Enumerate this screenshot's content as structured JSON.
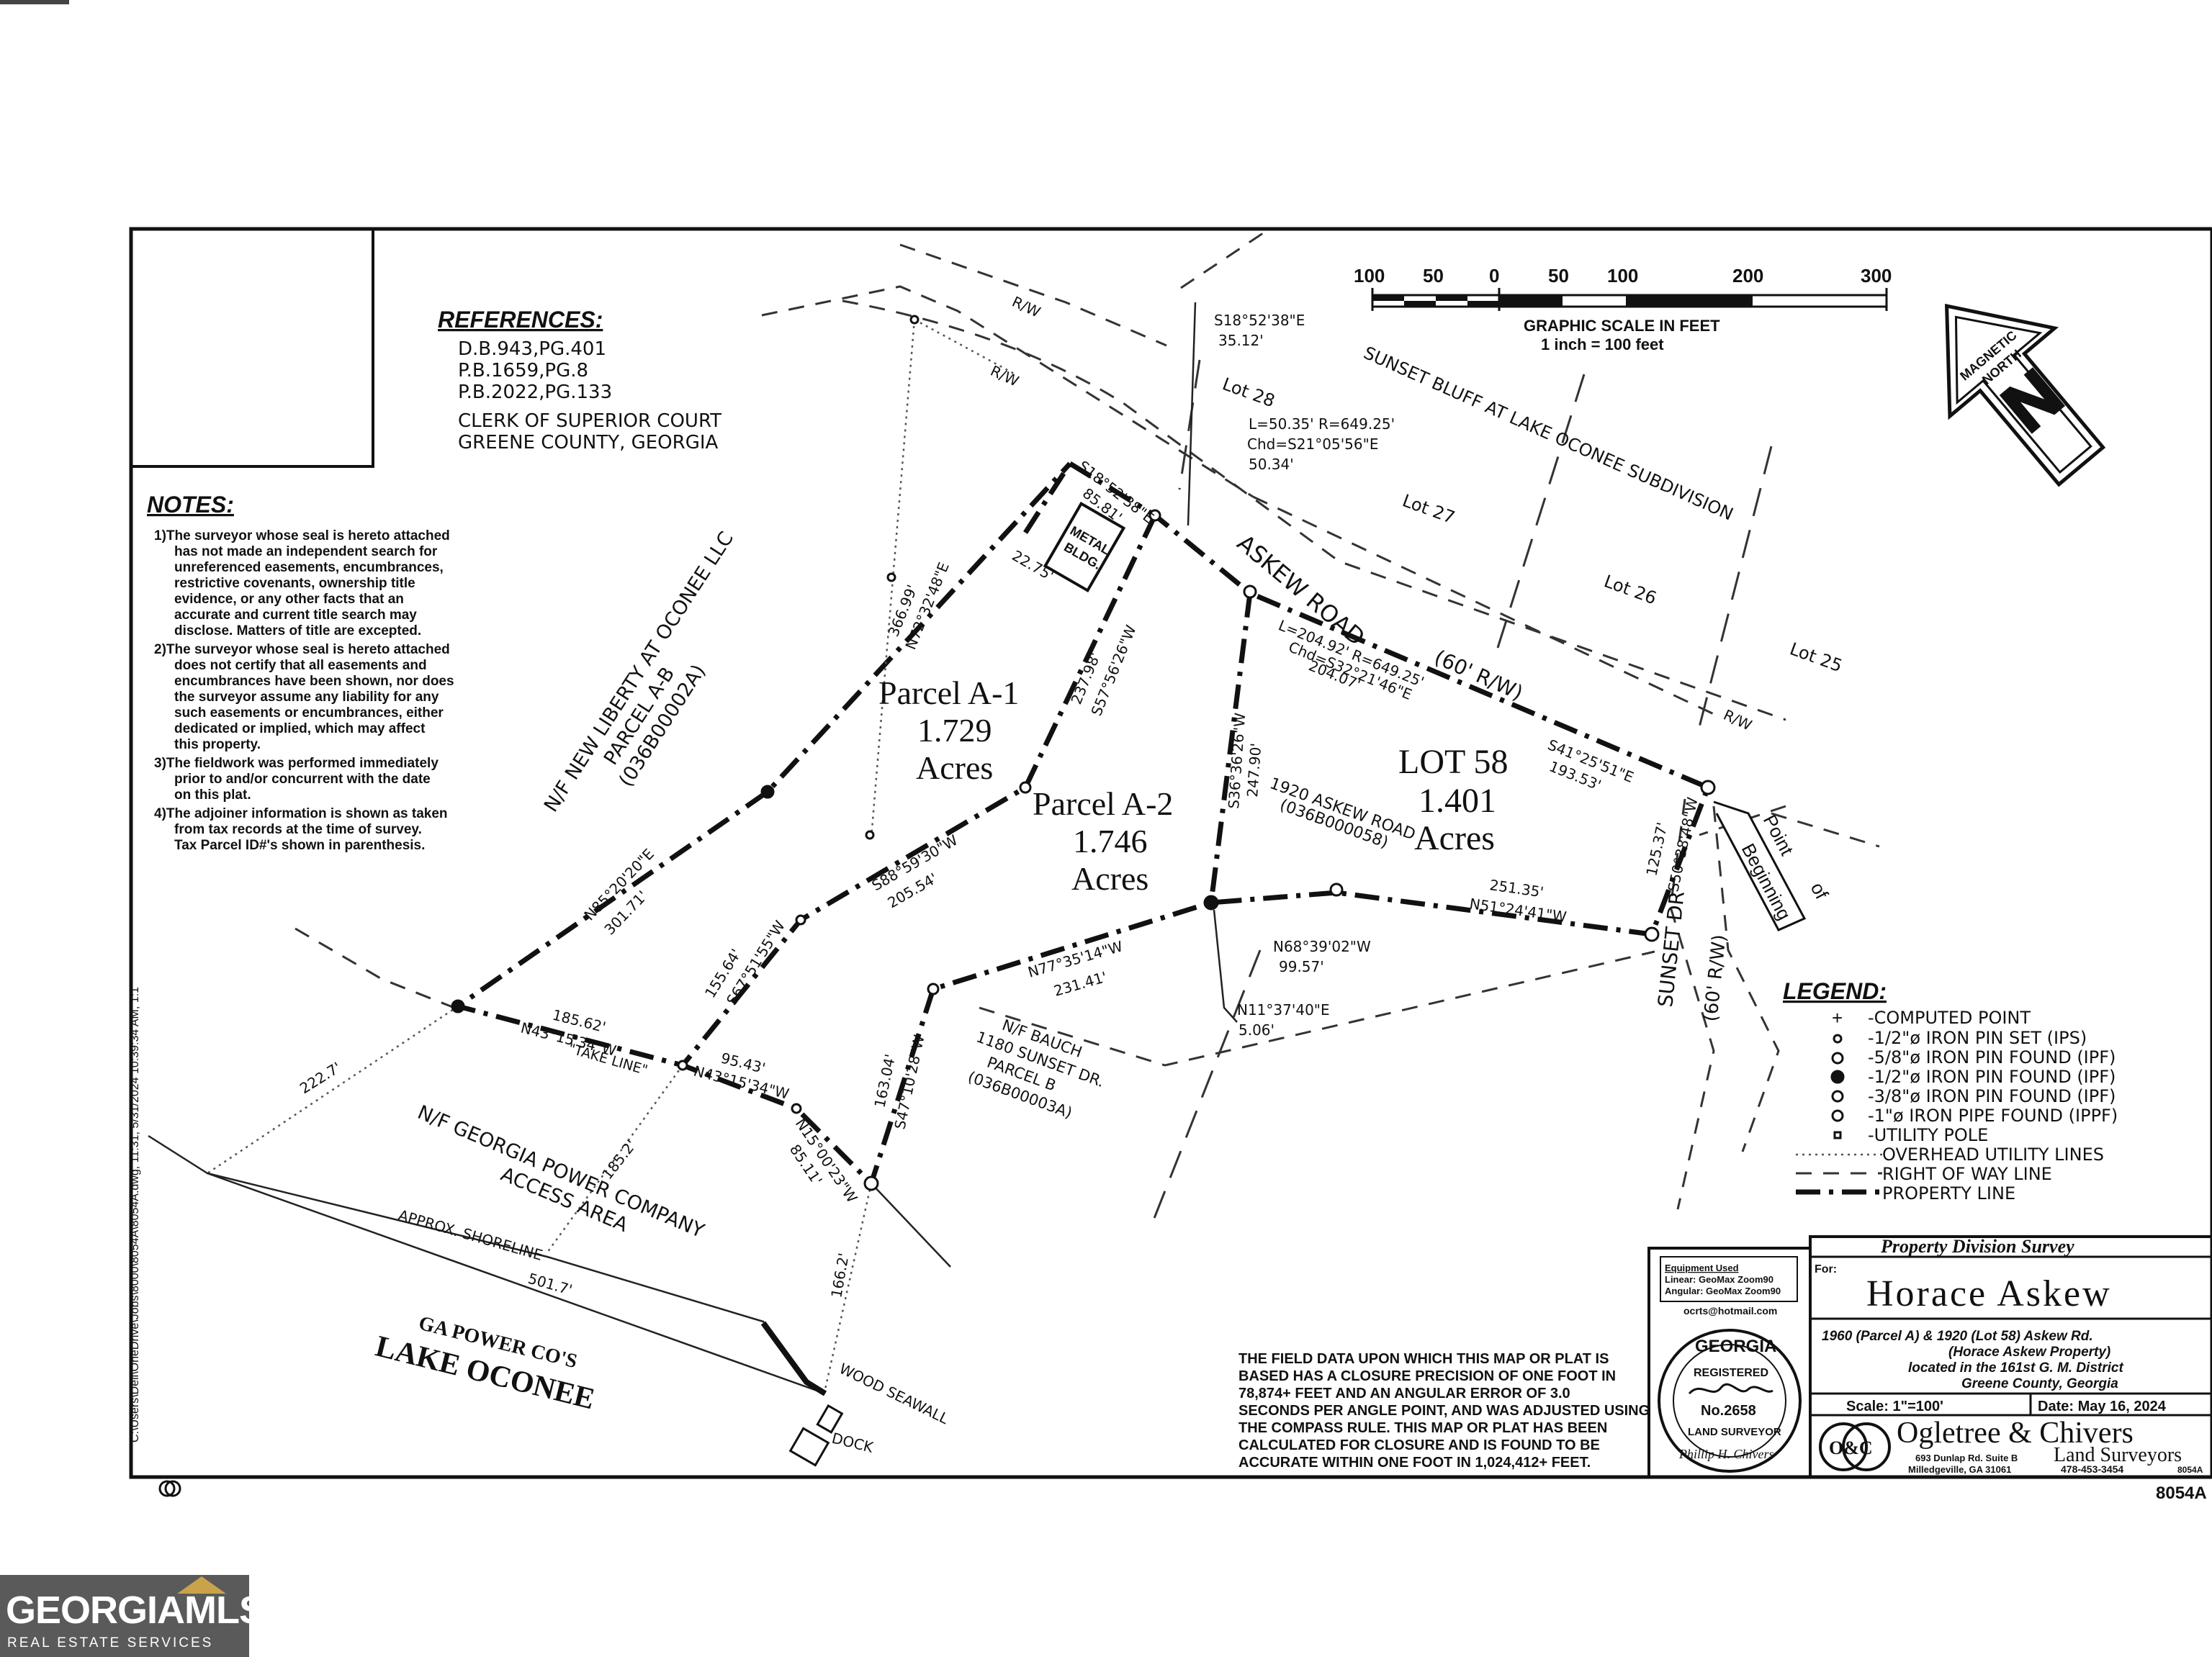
{
  "references": {
    "title": "REFERENCES:",
    "lines": [
      "D.B.943,PG.401",
      "P.B.1659,PG.8",
      "P.B.2022,PG.133",
      "CLERK OF SUPERIOR COURT",
      "GREENE COUNTY, GEORGIA"
    ]
  },
  "notes": {
    "title": "NOTES:",
    "lines": [
      "1)The surveyor whose seal is hereto attached",
      "has not made an independent search for",
      "unreferenced easements, encumbrances,",
      "restrictive covenants, ownership title",
      "evidence, or any other facts that an",
      "accurate and current title search may",
      "disclose. Matters of title are excepted.",
      "2)The surveyor whose seal is hereto attached",
      "does not certify that all easements and",
      "encumbrances have been shown, nor does",
      "the surveyor assume any liability for any",
      "such easements or encumbrances, either",
      "dedicated or implied, which may affect",
      "this property.",
      "3)The fieldwork was performed immediately",
      "prior to and/or concurrent with the date",
      "on this plat.",
      "4)The adjoiner information is shown as taken",
      "from tax records at the time of survey.",
      "Tax Parcel ID#'s shown in parenthesis."
    ]
  },
  "scale_bar": {
    "ticks": [
      "100",
      "50",
      "0",
      "50",
      "100",
      "200",
      "300"
    ],
    "caption_1": "GRAPHIC SCALE IN FEET",
    "caption_2": "1 inch = 100 feet"
  },
  "north_arrow": {
    "label_1": "MAGNETIC",
    "label_2": "NORTH",
    "letter": "N"
  },
  "parcels": {
    "a1": {
      "name": "Parcel A-1",
      "area": "1.729",
      "unit": "Acres"
    },
    "a2": {
      "name": "Parcel A-2",
      "area": "1.746",
      "unit": "Acres"
    },
    "lot58": {
      "name": "LOT 58",
      "area": "1.401",
      "unit": "Acres"
    }
  },
  "labels": {
    "new_liberty": [
      "N/F NEW LIBERTY AT OCONEE LLC",
      "PARCEL A-B",
      "(036B00002A)"
    ],
    "subdivision": "SUNSET BLUFF AT LAKE OCONEE SUBDIVISION",
    "lot28": "Lot 28",
    "lot27": "Lot 27",
    "lot26": "Lot 26",
    "lot25": "Lot 25",
    "askew_road": "ASKEW ROAD",
    "askew_row": "(60' R/W)",
    "row1": "R/W",
    "row2": "R/W",
    "row3": "R/W",
    "address_1920": [
      "1920 ASKEW ROAD",
      "(036B000058)"
    ],
    "metal_bldg": [
      "METAL",
      "BLDG."
    ],
    "sunset_dr": [
      "SUNSET DR",
      "(60' R/W)"
    ],
    "pob": [
      "Point",
      "of",
      "Beginning"
    ],
    "bauch": [
      "N/F BAUCH",
      "1180 SUNSET DR.",
      "PARCEL B",
      "(036B00003A)"
    ],
    "ga_power": [
      "N/F GEORGIA POWER COMPANY",
      "ACCESS AREA"
    ],
    "shoreline": "APPROX. SHORELINE",
    "lake": [
      "GA POWER CO'S",
      "LAKE OCONEE"
    ],
    "seawall": "WOOD SEAWALL",
    "dock": "DOCK",
    "take_line": "\"TAKE LINE\""
  },
  "bearings": {
    "b1": [
      "S18°52'38\"E",
      "35.12'"
    ],
    "b2": [
      "S18°52'38\"E",
      "85.81'"
    ],
    "curve1": [
      "L=50.35' R=649.25'",
      "Chd=S21°05'56\"E",
      "50.34'"
    ],
    "curve2": [
      "L=204.92' R=649.25'",
      "Chd=S32°21'46\"E",
      "204.07'"
    ],
    "b3": [
      "S41°25'51\"E",
      "193.53'"
    ],
    "b4": [
      "125.37'",
      "S50°38'48\"W"
    ],
    "b5": [
      "251.35'",
      "N51°24'41\"W"
    ],
    "b6": [
      "N68°39'02\"W",
      "99.57'"
    ],
    "b7": [
      "N11°37'40\"E",
      "5.06'"
    ],
    "b8": [
      "N77°35'14\"W",
      "231.41'"
    ],
    "b9": [
      "S36°36'26\"W",
      "247.90'"
    ],
    "b10": [
      "237.98'",
      "S57°56'26\"W"
    ],
    "b11": [
      "366.99'",
      "N72°32'48\"E"
    ],
    "b12": "22.75'",
    "b13": [
      "N85°20'20\"E",
      "301.71'"
    ],
    "b14": [
      "S88°59'30\"W",
      "205.54'"
    ],
    "b15": [
      "155.64'",
      "S67°51'55\"W"
    ],
    "b16": [
      "185.62'",
      "N43°15'34\"W"
    ],
    "b17": [
      "95.43'",
      "N43°15'34\"W"
    ],
    "b18": [
      "N15°00'23\"W",
      "85.11'"
    ],
    "b19": [
      "163.04'",
      "S47°10'28\"W"
    ],
    "d1": "222.7'",
    "d2": "185.2'",
    "d3": "501.7'",
    "d4": "166.2'"
  },
  "legend": {
    "title": "LEGEND:",
    "items": [
      "-COMPUTED POINT",
      "-1/2\"ø IRON PIN SET (IPS)",
      "-5/8\"ø IRON PIN FOUND (IPF)",
      "-1/2\"ø IRON PIN FOUND (IPF)",
      "-3/8\"ø IRON PIN FOUND (IPF)",
      "-1\"ø IRON PIPE FOUND (IPPF)",
      "-UTILITY POLE",
      "OVERHEAD UTILITY LINES",
      "RIGHT OF WAY LINE",
      "PROPERTY LINE"
    ]
  },
  "closure": [
    "THE FIELD DATA UPON WHICH THIS MAP OR PLAT IS",
    "BASED HAS A CLOSURE PRECISION OF ONE FOOT IN",
    "78,874+ FEET AND AN ANGULAR ERROR OF 3.0",
    "SECONDS PER ANGLE POINT, AND WAS ADJUSTED USING",
    "THE COMPASS RULE.  THIS MAP OR PLAT HAS BEEN",
    "CALCULATED FOR CLOSURE AND IS FOUND TO BE",
    "ACCURATE WITHIN ONE FOOT IN      1,024,412+ FEET."
  ],
  "equipment": [
    "Equipment Used",
    "Linear: GeoMax Zoom90",
    "Angular: GeoMax Zoom90"
  ],
  "email": "ocrts@hotmail.com",
  "seal": {
    "top": "GEORGIA",
    "registered": "REGISTERED",
    "number": "No.2658",
    "bottom": "LAND SURVEYOR",
    "name": "Phillip H. Chivers"
  },
  "title_block": {
    "heading": "Property Division Survey",
    "for_label": "For:",
    "client": "Horace Askew",
    "desc": [
      "1960 (Parcel A) & 1920 (Lot 58) Askew Rd.",
      "(Horace Askew Property)",
      "located in the 161st G. M. District",
      "Greene County, Georgia"
    ],
    "scale": "Scale: 1\"=100'",
    "date": "Date: May 16, 2024",
    "firm": "Ogletree & Chivers",
    "firm_sub": "Land Surveyors",
    "address": [
      "693 Dunlap Rd. Suite B",
      "Milledgeville, GA 31061"
    ],
    "phone": "478-453-3454",
    "logo": "O&C"
  },
  "drawing_no": "8054A",
  "drawing_no_small": "8054A",
  "file_path": "C:\\Users\\Dell\\OneDrive\\Jobs\\8000\\8054A\\8054A.dwg, 11:31, 5/31/2024 10:39:34 AM, 1:1",
  "watermark": {
    "name": "GEORGIAMLS",
    "sub": "REAL ESTATE SERVICES"
  }
}
